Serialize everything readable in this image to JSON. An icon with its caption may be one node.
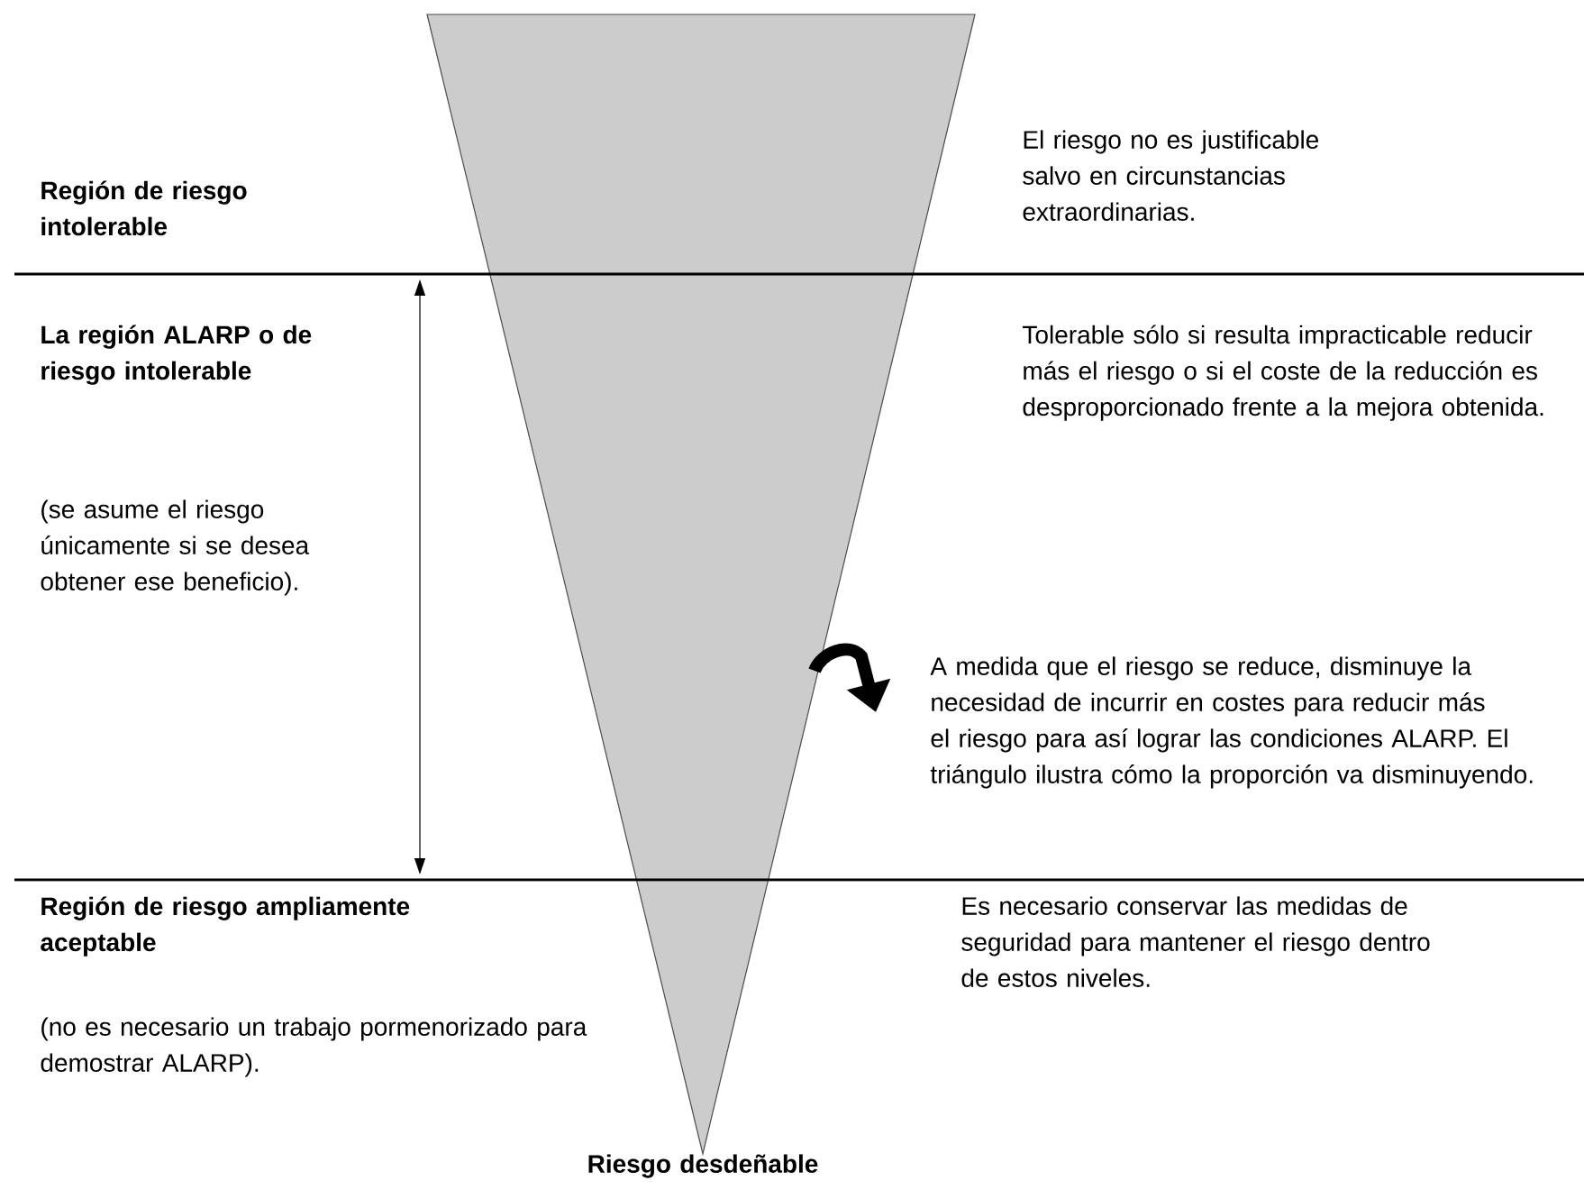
{
  "diagram": {
    "labels": [
      "Región de riesgo intolerable",
      "El riesgo no es justificable salvo en circunstancias extraordinarias.",
      "La región ALARP o de riesgo intolerable",
      "(se asume el riesgo únicamente si se desea obtener ese beneficio).",
      "Tolerable sólo si resulta impracticable reducir más el riesgo o si el coste de la reducción es desproporcionado frente a la mejora obtenida.",
      "A medida que el riesgo se reduce, disminuye la necesidad de incurrir en costes para reducir más el riesgo para así lograr las condiciones ALARP. El triángulo ilustra cómo la proporción va disminuyendo.",
      "Región de riesgo ampliamente aceptable",
      "Es necesario conservar las medidas de seguridad para mantener el riesgo dentro de estos niveles.",
      "(no es necesario un trabajo pormenorizado para demostrar ALARP).",
      "Riesgo desdeñable"
    ]
  }
}
